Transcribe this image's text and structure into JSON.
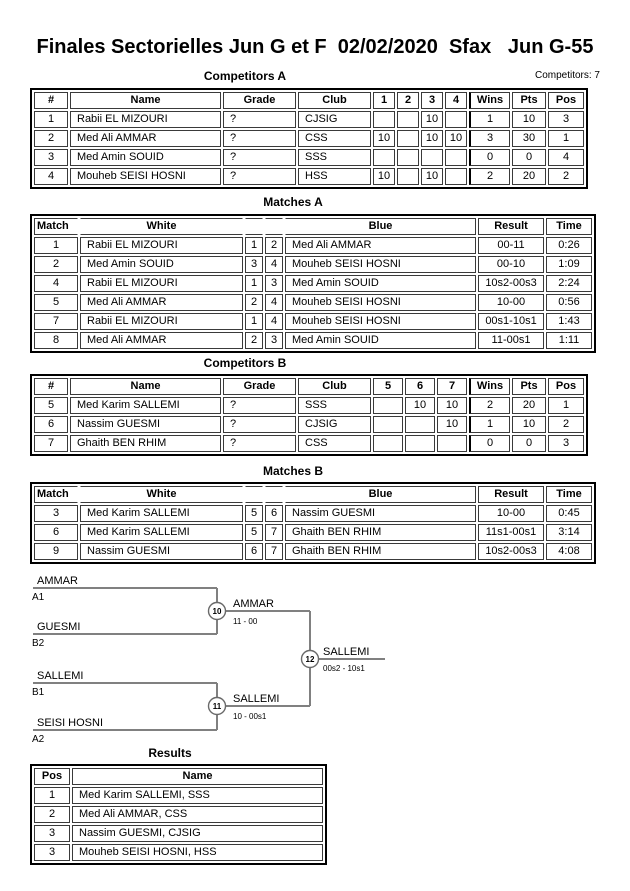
{
  "page": {
    "title": "Finales Sectorielles Jun G et F  02/02/2020  Sfax   Jun G-55",
    "competitors_count_label": "Competitors: 7"
  },
  "colors": {
    "accent_border": "#000000",
    "bracket_line": "#808080"
  },
  "competitors_a": {
    "title": "Competitors A",
    "headers": [
      "#",
      "Name",
      "Grade",
      "Club",
      "1",
      "2",
      "3",
      "4",
      "Wins",
      "Pts",
      "Pos"
    ],
    "rows": [
      [
        "1",
        "Rabii EL MIZOURI",
        "?",
        "CJSIG",
        "",
        "",
        "10",
        "",
        "1",
        "10",
        "3"
      ],
      [
        "2",
        "Med Ali AMMAR",
        "?",
        "CSS",
        "10",
        "",
        "10",
        "10",
        "3",
        "30",
        "1"
      ],
      [
        "3",
        "Med Amin SOUID",
        "?",
        "SSS",
        "",
        "",
        "",
        "",
        "0",
        "0",
        "4"
      ],
      [
        "4",
        "Mouheb SEISI HOSNI",
        "?",
        "HSS",
        "10",
        "",
        "10",
        "",
        "2",
        "20",
        "2"
      ]
    ]
  },
  "matches_a": {
    "title": "Matches A",
    "headers": [
      "Match",
      "White",
      "",
      "",
      "Blue",
      "Result",
      "Time"
    ],
    "rows": [
      [
        "1",
        "Rabii EL MIZOURI",
        "1",
        "2",
        "Med Ali AMMAR",
        "00-11",
        "0:26"
      ],
      [
        "2",
        "Med Amin SOUID",
        "3",
        "4",
        "Mouheb SEISI HOSNI",
        "00-10",
        "1:09"
      ],
      [
        "4",
        "Rabii EL MIZOURI",
        "1",
        "3",
        "Med Amin SOUID",
        "10s2-00s3",
        "2:24"
      ],
      [
        "5",
        "Med Ali AMMAR",
        "2",
        "4",
        "Mouheb SEISI HOSNI",
        "10-00",
        "0:56"
      ],
      [
        "7",
        "Rabii EL MIZOURI",
        "1",
        "4",
        "Mouheb SEISI HOSNI",
        "00s1-10s1",
        "1:43"
      ],
      [
        "8",
        "Med Ali AMMAR",
        "2",
        "3",
        "Med Amin SOUID",
        "11-00s1",
        "1:11"
      ]
    ]
  },
  "competitors_b": {
    "title": "Competitors B",
    "headers": [
      "#",
      "Name",
      "Grade",
      "Club",
      "5",
      "6",
      "7",
      "Wins",
      "Pts",
      "Pos"
    ],
    "rows": [
      [
        "5",
        "Med Karim SALLEMI",
        "?",
        "SSS",
        "",
        "10",
        "10",
        "2",
        "20",
        "1"
      ],
      [
        "6",
        "Nassim GUESMI",
        "?",
        "CJSIG",
        "",
        "",
        "10",
        "1",
        "10",
        "2"
      ],
      [
        "7",
        "Ghaith BEN RHIM",
        "?",
        "CSS",
        "",
        "",
        "",
        "0",
        "0",
        "3"
      ]
    ]
  },
  "matches_b": {
    "title": "Matches B",
    "headers": [
      "Match",
      "White",
      "",
      "",
      "Blue",
      "Result",
      "Time"
    ],
    "rows": [
      [
        "3",
        "Med Karim SALLEMI",
        "5",
        "6",
        "Nassim GUESMI",
        "10-00",
        "0:45"
      ],
      [
        "6",
        "Med Karim SALLEMI",
        "5",
        "7",
        "Ghaith BEN RHIM",
        "11s1-00s1",
        "3:14"
      ],
      [
        "9",
        "Nassim GUESMI",
        "6",
        "7",
        "Ghaith BEN RHIM",
        "10s2-00s3",
        "4:08"
      ]
    ]
  },
  "bracket": {
    "semifinal_1": {
      "match_no": "10",
      "top_name": "AMMAR",
      "top_seed": "A1",
      "bottom_name": "GUESMI",
      "bottom_seed": "B2",
      "winner": "AMMAR",
      "score": "11 - 00"
    },
    "semifinal_2": {
      "match_no": "11",
      "top_name": "SALLEMI",
      "top_seed": "B1",
      "bottom_name": "SEISI HOSNI",
      "bottom_seed": "A2",
      "winner": "SALLEMI",
      "score": "10 - 00s1"
    },
    "final": {
      "match_no": "12",
      "winner": "SALLEMI",
      "score": "00s2 - 10s1"
    }
  },
  "results": {
    "title": "Results",
    "headers": [
      "Pos",
      "Name"
    ],
    "rows": [
      [
        "1",
        "Med Karim SALLEMI, SSS"
      ],
      [
        "2",
        "Med Ali AMMAR, CSS"
      ],
      [
        "3",
        "Nassim GUESMI, CJSIG"
      ],
      [
        "3",
        "Mouheb SEISI HOSNI, HSS"
      ]
    ]
  }
}
